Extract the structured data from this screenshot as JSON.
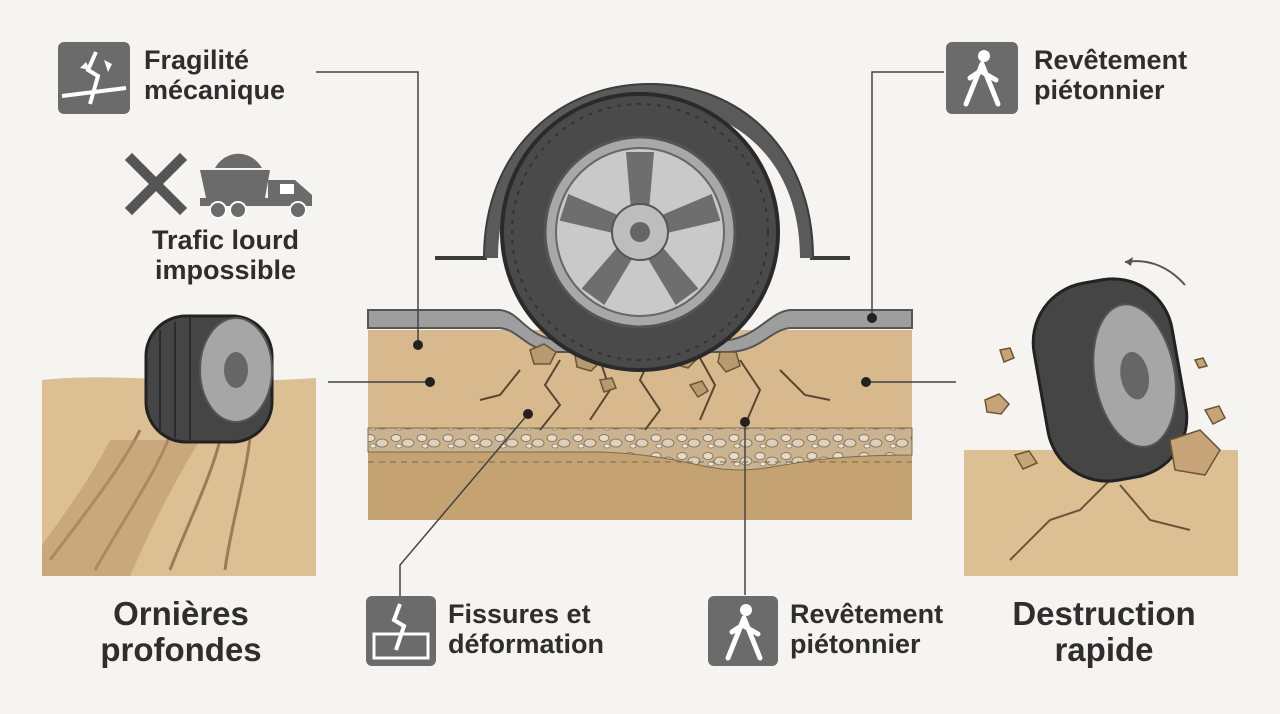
{
  "labels": {
    "fragilite": {
      "line1": "Fragilité",
      "line2": "mécanique"
    },
    "trafic": {
      "line1": "Trafic lourd",
      "line2": "impossible"
    },
    "revetement_top": {
      "line1": "Revêtement",
      "line2": "piétonnier"
    },
    "ornieres": {
      "line1": "Ornières",
      "line2": "profondes"
    },
    "fissures": {
      "line1": "Fissures et",
      "line2": "déformation"
    },
    "revetement_bottom": {
      "line1": "Revêtement",
      "line2": "piétonnier"
    },
    "destruction": {
      "line1": "Destruction",
      "line2": "rapide"
    }
  },
  "icons": [
    "crack-icon",
    "prohibited-x-icon",
    "dump-truck-icon",
    "pedestrian-icon"
  ],
  "colors": {
    "soil": "#d8b98e",
    "soil_dark": "#c4a271",
    "tire": "#4a4a4a",
    "rim": "#9c9c9c",
    "icon_bg": "#6b6b6b",
    "background": "#f5f4f1"
  }
}
